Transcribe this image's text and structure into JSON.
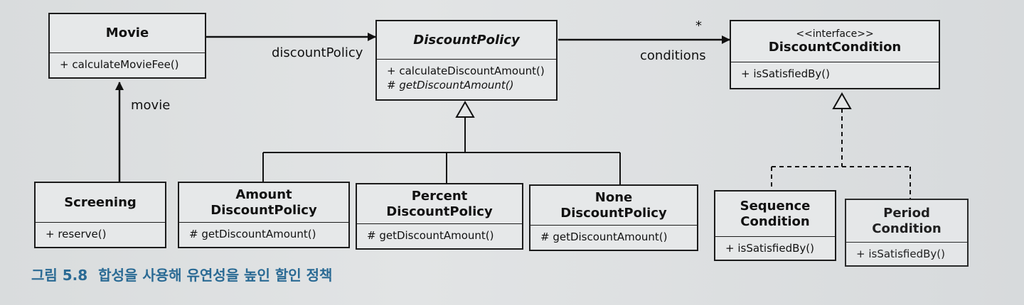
{
  "classes": {
    "movie": {
      "name": "Movie",
      "ops": [
        "+ calculateMovieFee()"
      ]
    },
    "discount_policy": {
      "name": "DiscountPolicy",
      "ops": [
        "+ calculateDiscountAmount()",
        "# getDiscountAmount()"
      ]
    },
    "discount_condition": {
      "stereotype": "<<interface>>",
      "name": "DiscountCondition",
      "ops": [
        "+ isSatisfiedBy()"
      ]
    },
    "screening": {
      "name": "Screening",
      "ops": [
        "+ reserve()"
      ]
    },
    "amount_policy": {
      "name_line1": "Amount",
      "name_line2": "DiscountPolicy",
      "ops": [
        "# getDiscountAmount()"
      ]
    },
    "percent_policy": {
      "name_line1": "Percent",
      "name_line2": "DiscountPolicy",
      "ops": [
        "# getDiscountAmount()"
      ]
    },
    "none_policy": {
      "name_line1": "None",
      "name_line2": "DiscountPolicy",
      "ops": [
        "# getDiscountAmount()"
      ]
    },
    "sequence_condition": {
      "name_line1": "Sequence",
      "name_line2": "Condition",
      "ops": [
        "+ isSatisfiedBy()"
      ]
    },
    "period_condition": {
      "name_line1": "Period",
      "name_line2": "Condition",
      "ops": [
        "+ isSatisfiedBy()"
      ]
    }
  },
  "labels": {
    "discount_policy_assoc": "discountPolicy",
    "movie_assoc": "movie",
    "conditions_assoc": "conditions",
    "multiplicity": "*"
  },
  "caption": {
    "figure": "그림 5.8",
    "text": "합성을 사용해 유연성을 높인 할인 정책"
  }
}
